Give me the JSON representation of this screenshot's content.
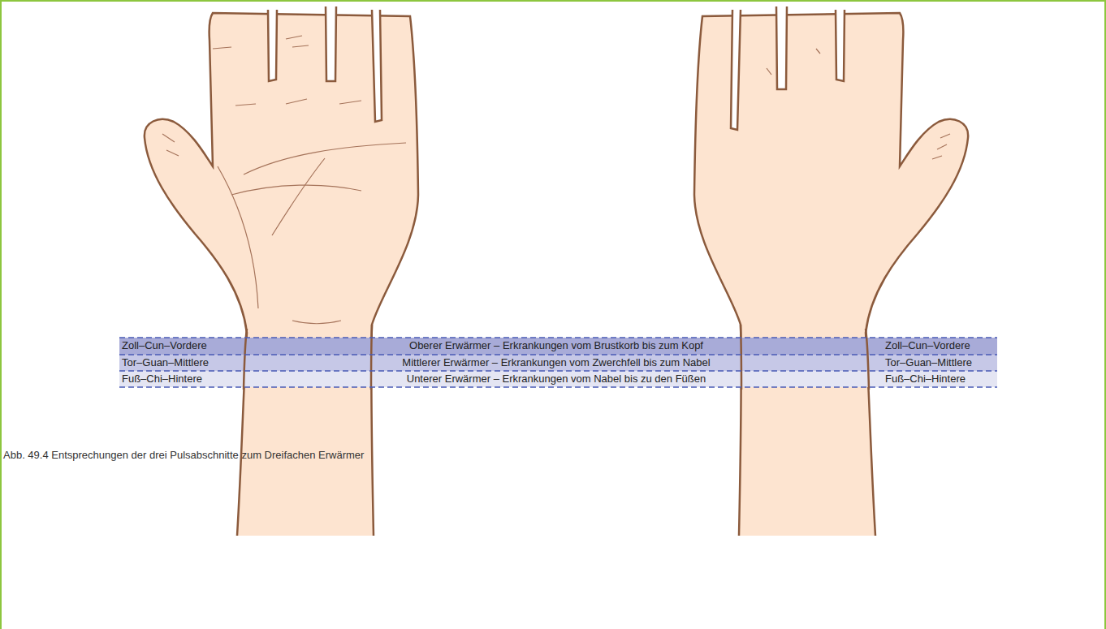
{
  "diagram": {
    "caption": "Abb. 49.4 Entsprechungen der drei Pulsabschnitte zum Dreifachen Erwärmer",
    "nodes": [
      {
        "text": [
          "Zoll–Cun–Vordere",
          "Oberer Erwärmer – Erkrankungen vom Brustkorb bis zum Kopf",
          "Zoll–Cun–Vordere"
        ]
      },
      {
        "text": [
          "Tor–Guan–Mittlere",
          "Mittlerer Erwärmer – Erkrankungen vom Zwerchfell bis zum Nabel",
          "Tor–Guan–Mittlere"
        ]
      },
      {
        "text": [
          "Fuß–Chi–Hintere",
          "Unterer Erwärmer – Erkrankungen vom Nabel bis zu den Füßen",
          "Fuß–Chi–Hintere"
        ]
      }
    ]
  }
}
